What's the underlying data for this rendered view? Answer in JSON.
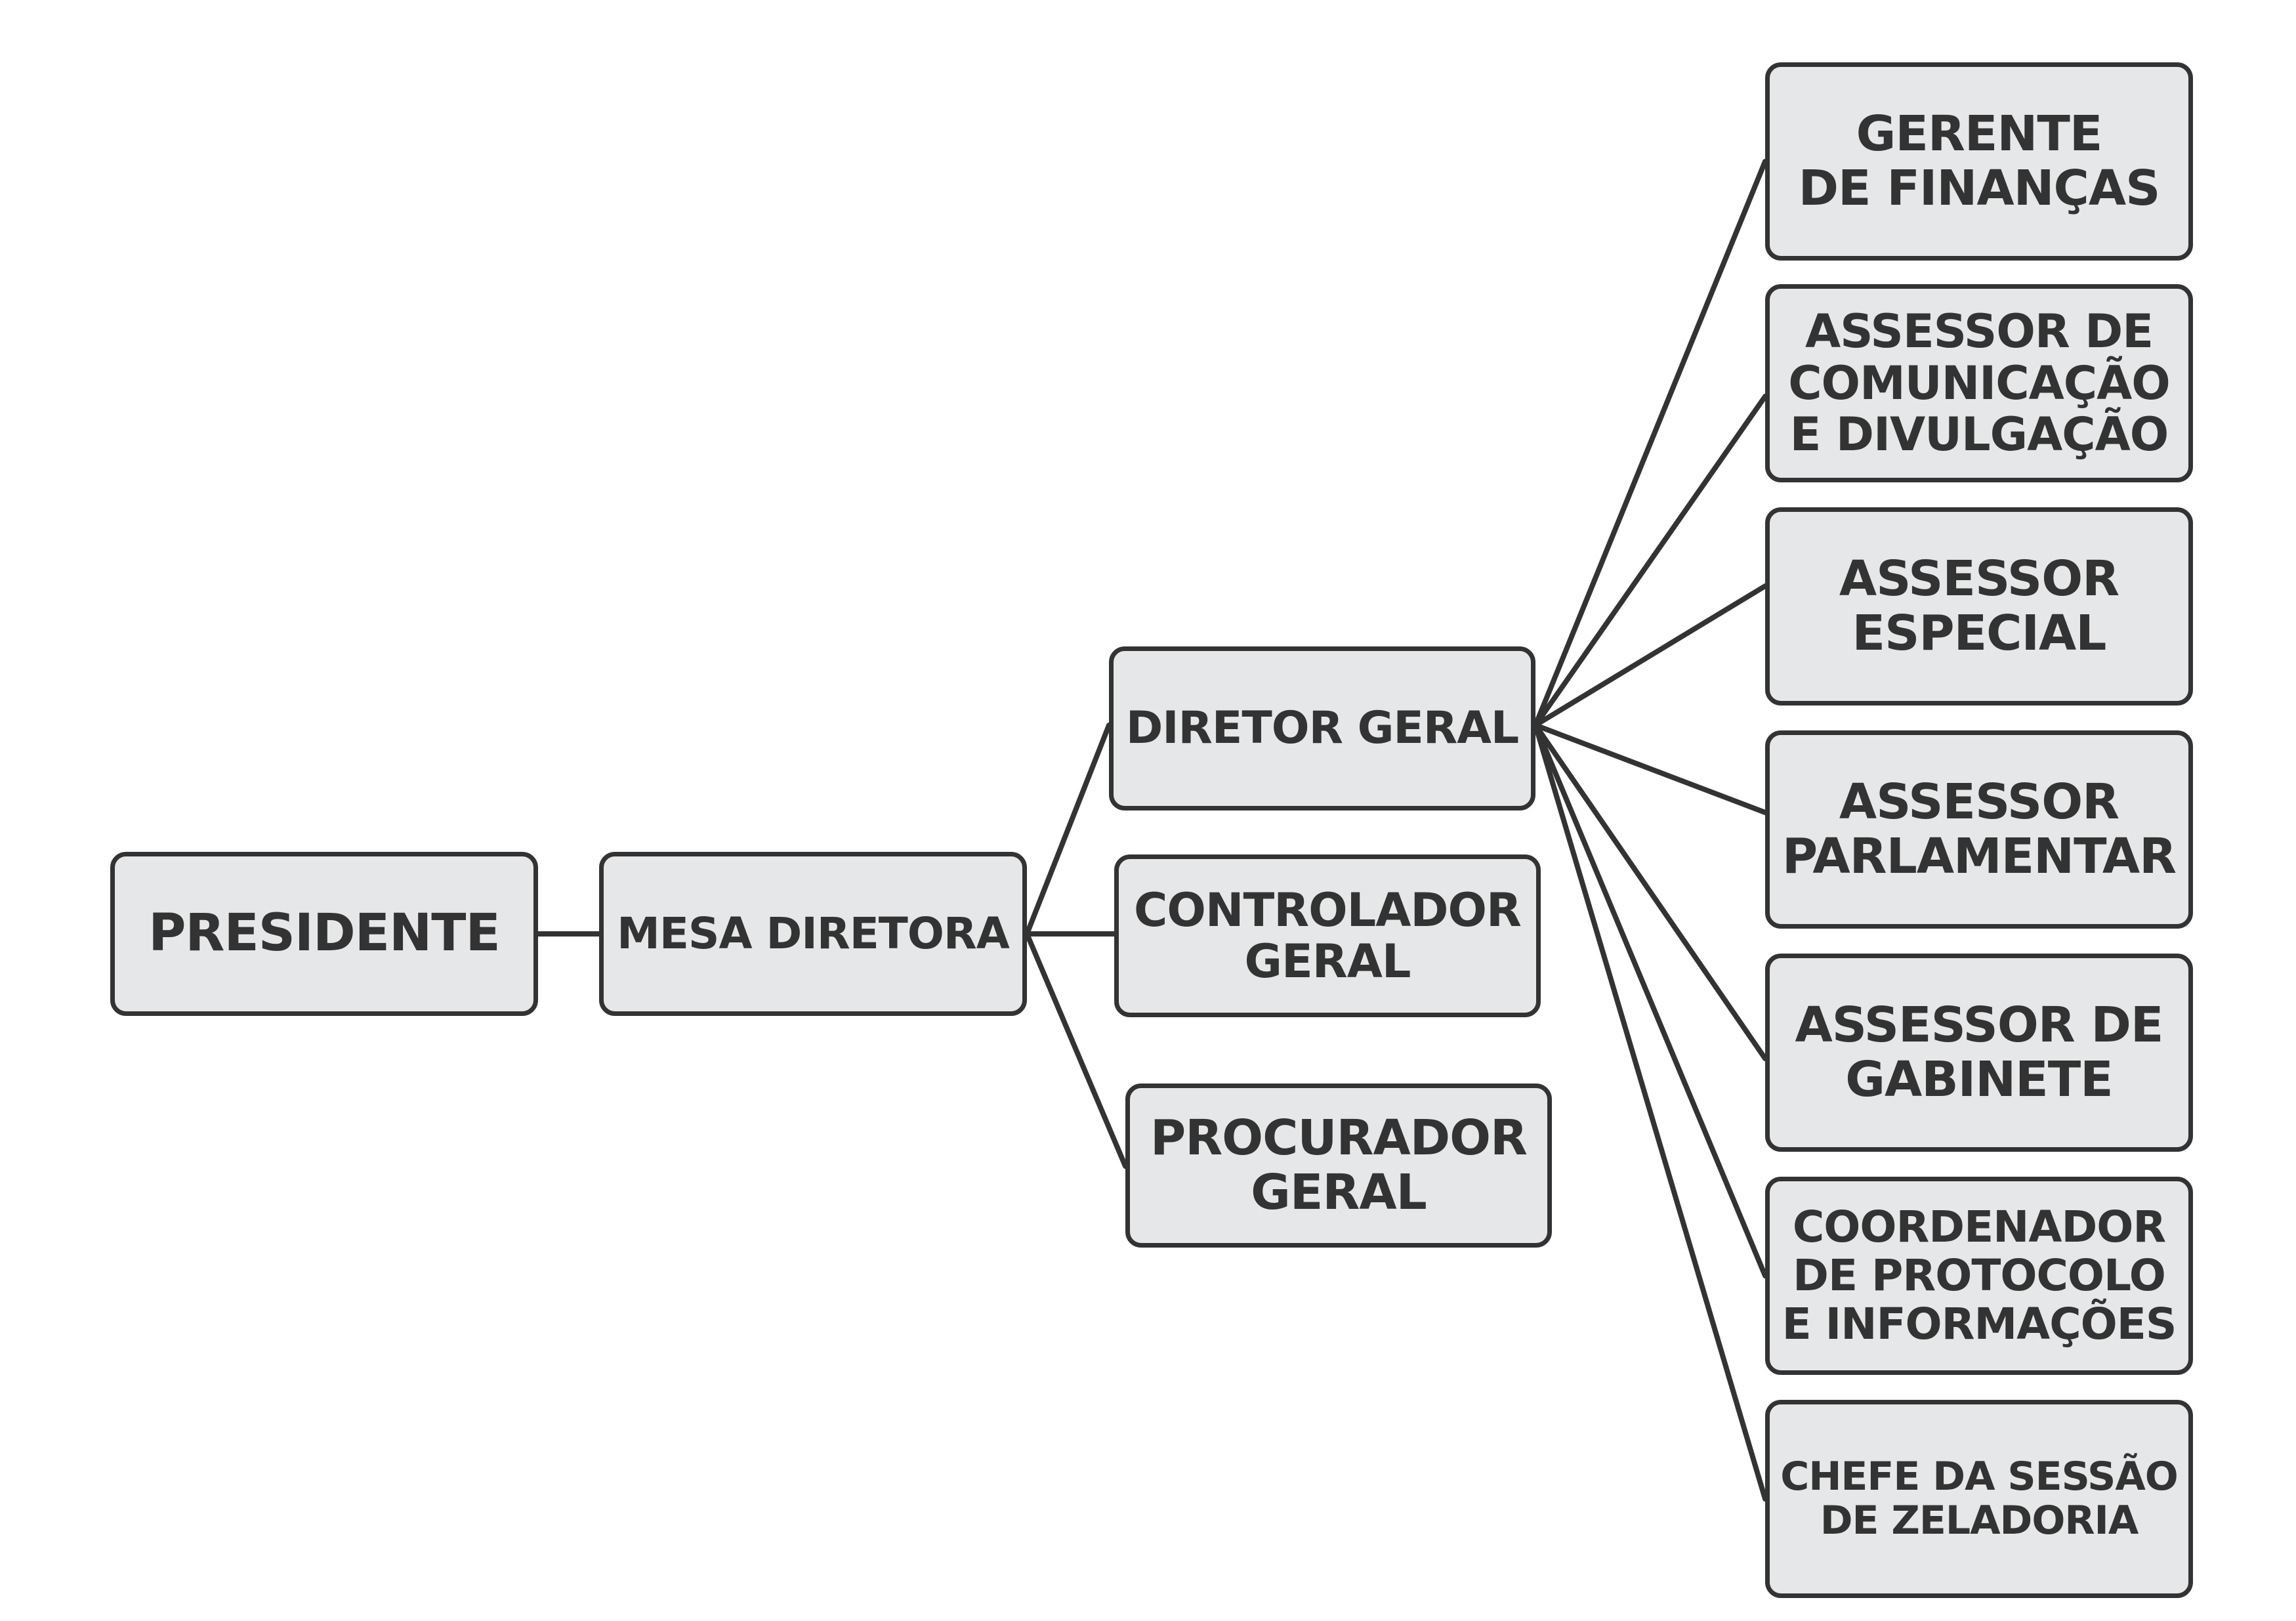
{
  "diagram": {
    "presidente": {
      "lines": [
        "PRESIDENTE"
      ]
    },
    "mesa_diretora": {
      "lines": [
        "MESA DIRETORA"
      ]
    },
    "diretor_geral": {
      "lines": [
        "DIRETOR GERAL"
      ]
    },
    "controlador_geral": {
      "lines": [
        "CONTROLADOR",
        "GERAL"
      ]
    },
    "procurador_geral": {
      "lines": [
        "PROCURADOR",
        "GERAL"
      ]
    },
    "gerente_financas": {
      "lines": [
        "GERENTE",
        "DE FINANÇAS"
      ]
    },
    "assessor_comunicacao": {
      "lines": [
        "ASSESSOR DE",
        "COMUNICAÇÃO",
        "E DIVULGAÇÃO"
      ]
    },
    "assessor_especial": {
      "lines": [
        "ASSESSOR",
        "ESPECIAL"
      ]
    },
    "assessor_parlamentar": {
      "lines": [
        "ASSESSOR",
        "PARLAMENTAR"
      ]
    },
    "assessor_gabinete": {
      "lines": [
        "ASSESSOR DE",
        "GABINETE"
      ]
    },
    "coordenador_protocolo": {
      "lines": [
        "COORDENADOR",
        "DE PROTOCOLO",
        "E INFORMAÇÕES"
      ]
    },
    "chefe_zeladoria": {
      "lines": [
        "CHEFE DA SESSÃO",
        "DE ZELADORIA"
      ]
    }
  },
  "colors": {
    "box_fill": "#e6e7e8",
    "stroke": "#333333",
    "text": "#333333"
  }
}
